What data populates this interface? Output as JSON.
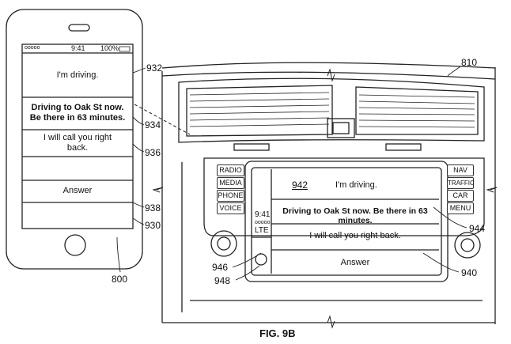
{
  "figure_label": "FIG. 9B",
  "phone": {
    "status": {
      "signal": "ooooo",
      "time": "9:41",
      "battery": "100%"
    },
    "rows": [
      {
        "text": "I'm driving.",
        "bold": false
      },
      {
        "text": "Driving to Oak St now.\nBe there in 63 minutes.",
        "bold": true
      },
      {
        "text": "I will call you right\nback.",
        "bold": false
      },
      {
        "text": "",
        "bold": false
      },
      {
        "text": "Answer",
        "bold": false
      },
      {
        "text": "",
        "bold": false
      }
    ]
  },
  "car": {
    "status": {
      "time": "9:41",
      "signal": "ooooo",
      "network": "LTE"
    },
    "rows": [
      {
        "text": "I'm driving.",
        "ref": "942"
      },
      {
        "text": "Driving to Oak St now. Be there in 63 minutes."
      },
      {
        "text": "I will call you right back."
      },
      {
        "text": "Answer"
      }
    ],
    "left_buttons": [
      "RADIO",
      "MEDIA",
      "PHONE",
      "VOICE"
    ],
    "right_buttons": [
      "NAV",
      "TRAFFIC",
      "CAR",
      "MENU"
    ]
  },
  "reference_numerals": {
    "r810": "810",
    "r932": "932",
    "r934": "934",
    "r936": "936",
    "r938": "938",
    "r930": "930",
    "r800": "800",
    "r944": "944",
    "r946": "946",
    "r948": "948",
    "r940": "940"
  }
}
